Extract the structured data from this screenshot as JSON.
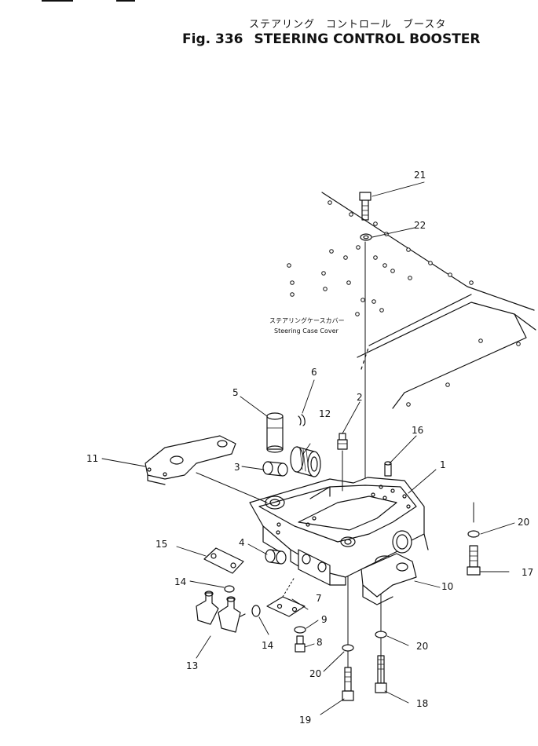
{
  "figure": {
    "title_jp": "ステアリング　コントロール　ブースタ",
    "fig_label": "Fig. 336",
    "title_en": "STEERING  CONTROL  BOOSTER"
  },
  "annotation": {
    "jp": "ステアリングケースカバー",
    "en": "Steering Case Cover"
  },
  "callouts": {
    "p1": "1",
    "p2": "2",
    "p3": "3",
    "p4": "4",
    "p5": "5",
    "p6": "6",
    "p7": "7",
    "p8": "8",
    "p9": "9",
    "p10": "10",
    "p11": "11",
    "p12": "12",
    "p13": "13",
    "p14a": "14",
    "p14b": "14",
    "p15": "15",
    "p16": "16",
    "p17": "17",
    "p18": "18",
    "p19": "19",
    "p20a": "20",
    "p20b": "20",
    "p20c": "20",
    "p21": "21",
    "p22": "22"
  }
}
